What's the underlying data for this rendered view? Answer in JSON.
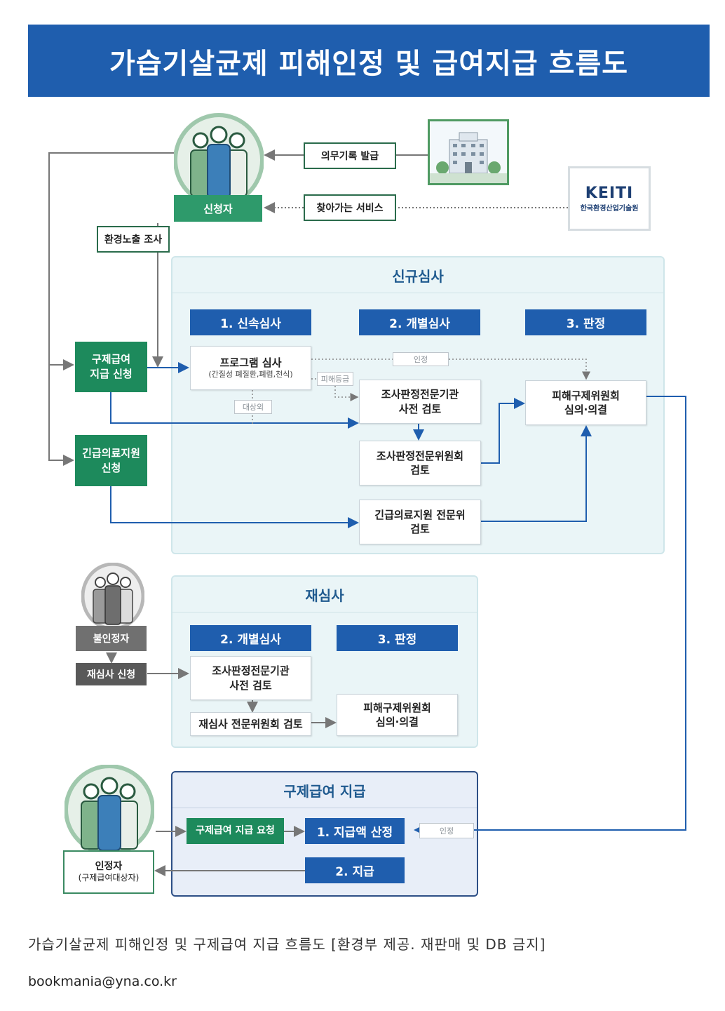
{
  "title": "가습기살균제 피해인정 및 급여지급 흐름도",
  "top": {
    "applicant_label": "신청자",
    "medical_record": "의무기록 발급",
    "visiting_service": "찾아가는 서비스",
    "keiti_logo": "KEITI",
    "keiti_name": "한국환경산업기술원",
    "env_exposure": "환경노출 조사"
  },
  "left_actions": {
    "relief_apply_line1": "구제급여",
    "relief_apply_line2": "지급 신청",
    "emergency_apply_line1": "긴급의료지원",
    "emergency_apply_line2": "신청"
  },
  "new_review": {
    "title": "신규심사",
    "steps": [
      "1. 신속심사",
      "2. 개별심사",
      "3. 판정"
    ],
    "program_review": "프로그램 심사",
    "program_review_sub": "(간질성 폐질환,폐렴,천식)",
    "tag_approved": "인정",
    "tag_damage_grade": "피해등급",
    "tag_excluded": "대상외",
    "pre_review_line1": "조사판정전문기관",
    "pre_review_line2": "사전 검토",
    "committee_review_line1": "조사판정전문위원회",
    "committee_review_line2": "검토",
    "relief_committee_line1": "피해구제위원회",
    "relief_committee_line2": "심의·의결",
    "emergency_review_line1": "긴급의료지원 전문위",
    "emergency_review_line2": "검토"
  },
  "re_review": {
    "title": "재심사",
    "steps": [
      "2. 개별심사",
      "3. 판정"
    ],
    "rejected_label": "불인정자",
    "re_apply": "재심사 신청",
    "pre_review_line1": "조사판정전문기관",
    "pre_review_line2": "사전 검토",
    "expert_review": "재심사 전문위원회 검토",
    "relief_committee_line1": "피해구제위원회",
    "relief_committee_line2": "심의·의결"
  },
  "payment": {
    "title": "구제급여 지급",
    "request": "구제급여 지급 요청",
    "calc": "1. 지급액 산정",
    "pay": "2. 지급",
    "tag_approved": "인정",
    "recipient_line1": "인정자",
    "recipient_line2": "(구제급여대상자)"
  },
  "caption": "가습기살균제 피해인정 및 구제급여 지급 흐름도 [환경부 제공. 재판매 및 DB 금지]",
  "email": "bookmania@yna.co.kr",
  "colors": {
    "title_bg": "#1f5eae",
    "green": "#1d8a5c",
    "panel": "#eaf5f7",
    "line": "#1f5eae",
    "gray_line": "#777777"
  }
}
